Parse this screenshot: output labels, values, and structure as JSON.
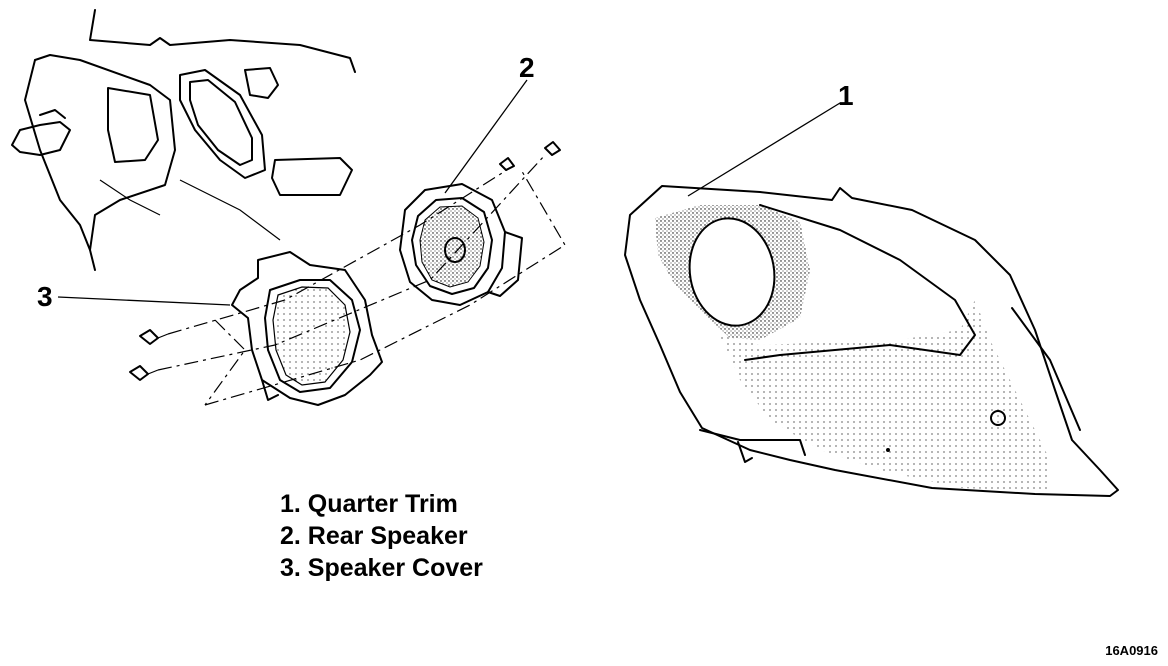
{
  "callouts": {
    "c1": "1",
    "c2": "2",
    "c3": "3"
  },
  "legend": {
    "items": [
      "1. Quarter Trim",
      "2. Rear Speaker",
      "3. Speaker Cover"
    ]
  },
  "figure_code": "16A0916"
}
